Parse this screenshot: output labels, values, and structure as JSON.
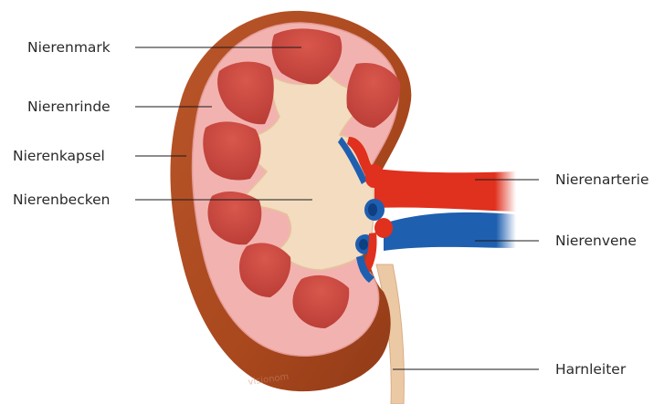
{
  "labels": {
    "nierenmark": "Nierenmark",
    "nierenrinde": "Nierenrinde",
    "nierenkapsel": "Nierenkapsel",
    "nierenbecken": "Nierenbecken",
    "nierenarterie": "Nierenarterie",
    "nierenvene": "Nierenvene",
    "harnleiter": "Harnleiter"
  },
  "watermark": "visionom",
  "colors": {
    "capsule": "#a9471d",
    "cortex": "#f2b3b0",
    "medulla": "#c8473f",
    "pelvis": "#f3dcc0",
    "artery": "#e0301e",
    "vein": "#1f5fb0",
    "ureter": "#ecc9a5"
  }
}
